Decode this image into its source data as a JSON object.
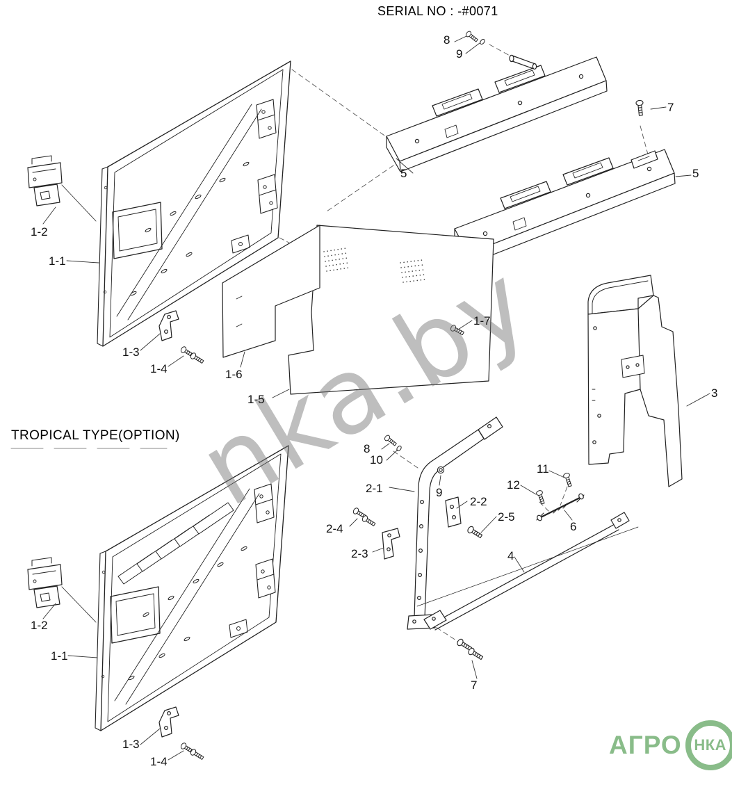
{
  "page": {
    "title": "SERIAL NO : -#0071",
    "tropical_label": "TROPICAL TYPE(OPTION)",
    "watermark": "nka.by",
    "background_color": "#ffffff",
    "line_color": "#222222"
  },
  "logo": {
    "left_text": "АГРО",
    "circle_text": "НКА",
    "color": "#7fb77f"
  },
  "callouts": {
    "bolt_8_top": "8",
    "washer_9_top": "9",
    "bolt_7_top": "7",
    "rail_5_left": "5",
    "rail_5_right": "5",
    "latch_1_2_top": "1-2",
    "door_1_1_top": "1-1",
    "bracket_1_3_top": "1-3",
    "bolt_1_4_top": "1-4",
    "panel_1_6": "1-6",
    "panel_1_5": "1-5",
    "bolt_1_7": "1-7",
    "side_panel_3": "3",
    "bolt_8_mid": "8",
    "washer_10_mid": "10",
    "frame_2_1": "2-1",
    "nut_9_mid": "9",
    "plate_2_2": "2-2",
    "bolt_11": "11",
    "bolt_12": "12",
    "bolt_2_4": "2-4",
    "bolt_2_5": "2-5",
    "bracket_2_3": "2-3",
    "rod_6": "6",
    "bar_4": "4",
    "latch_1_2_bottom": "1-2",
    "door_1_1_bottom": "1-1",
    "bolt_7_bottom": "7",
    "bracket_1_3_bottom": "1-3",
    "bolt_1_4_bottom": "1-4"
  }
}
